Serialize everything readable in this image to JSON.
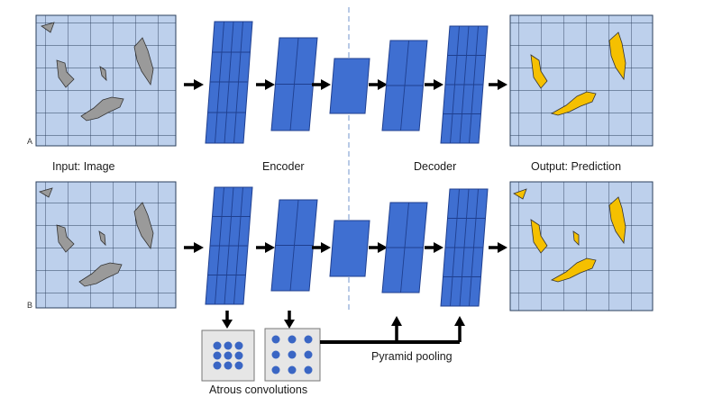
{
  "panels": {
    "a": {
      "letter": "A"
    },
    "b": {
      "letter": "B"
    }
  },
  "labels": {
    "input": "Input: Image",
    "encoder": "Encoder",
    "decoder": "Decoder",
    "output": "Output: Prediction",
    "pyramid": "Pyramid pooling",
    "atrous": "Atrous convolutions"
  },
  "colors": {
    "grid_fill": "#bdd0ec",
    "grid_line": "#2b3f5c",
    "block_fill": "#3f6fd1",
    "block_stroke": "#1f3f8f",
    "shape_gray": "#9a9a9a",
    "shape_yellow": "#f5c000",
    "arrow": "#000000",
    "divider": "#8aa6d6",
    "atrous_box": "#e6e6e6",
    "dot": "#3a66c4"
  }
}
